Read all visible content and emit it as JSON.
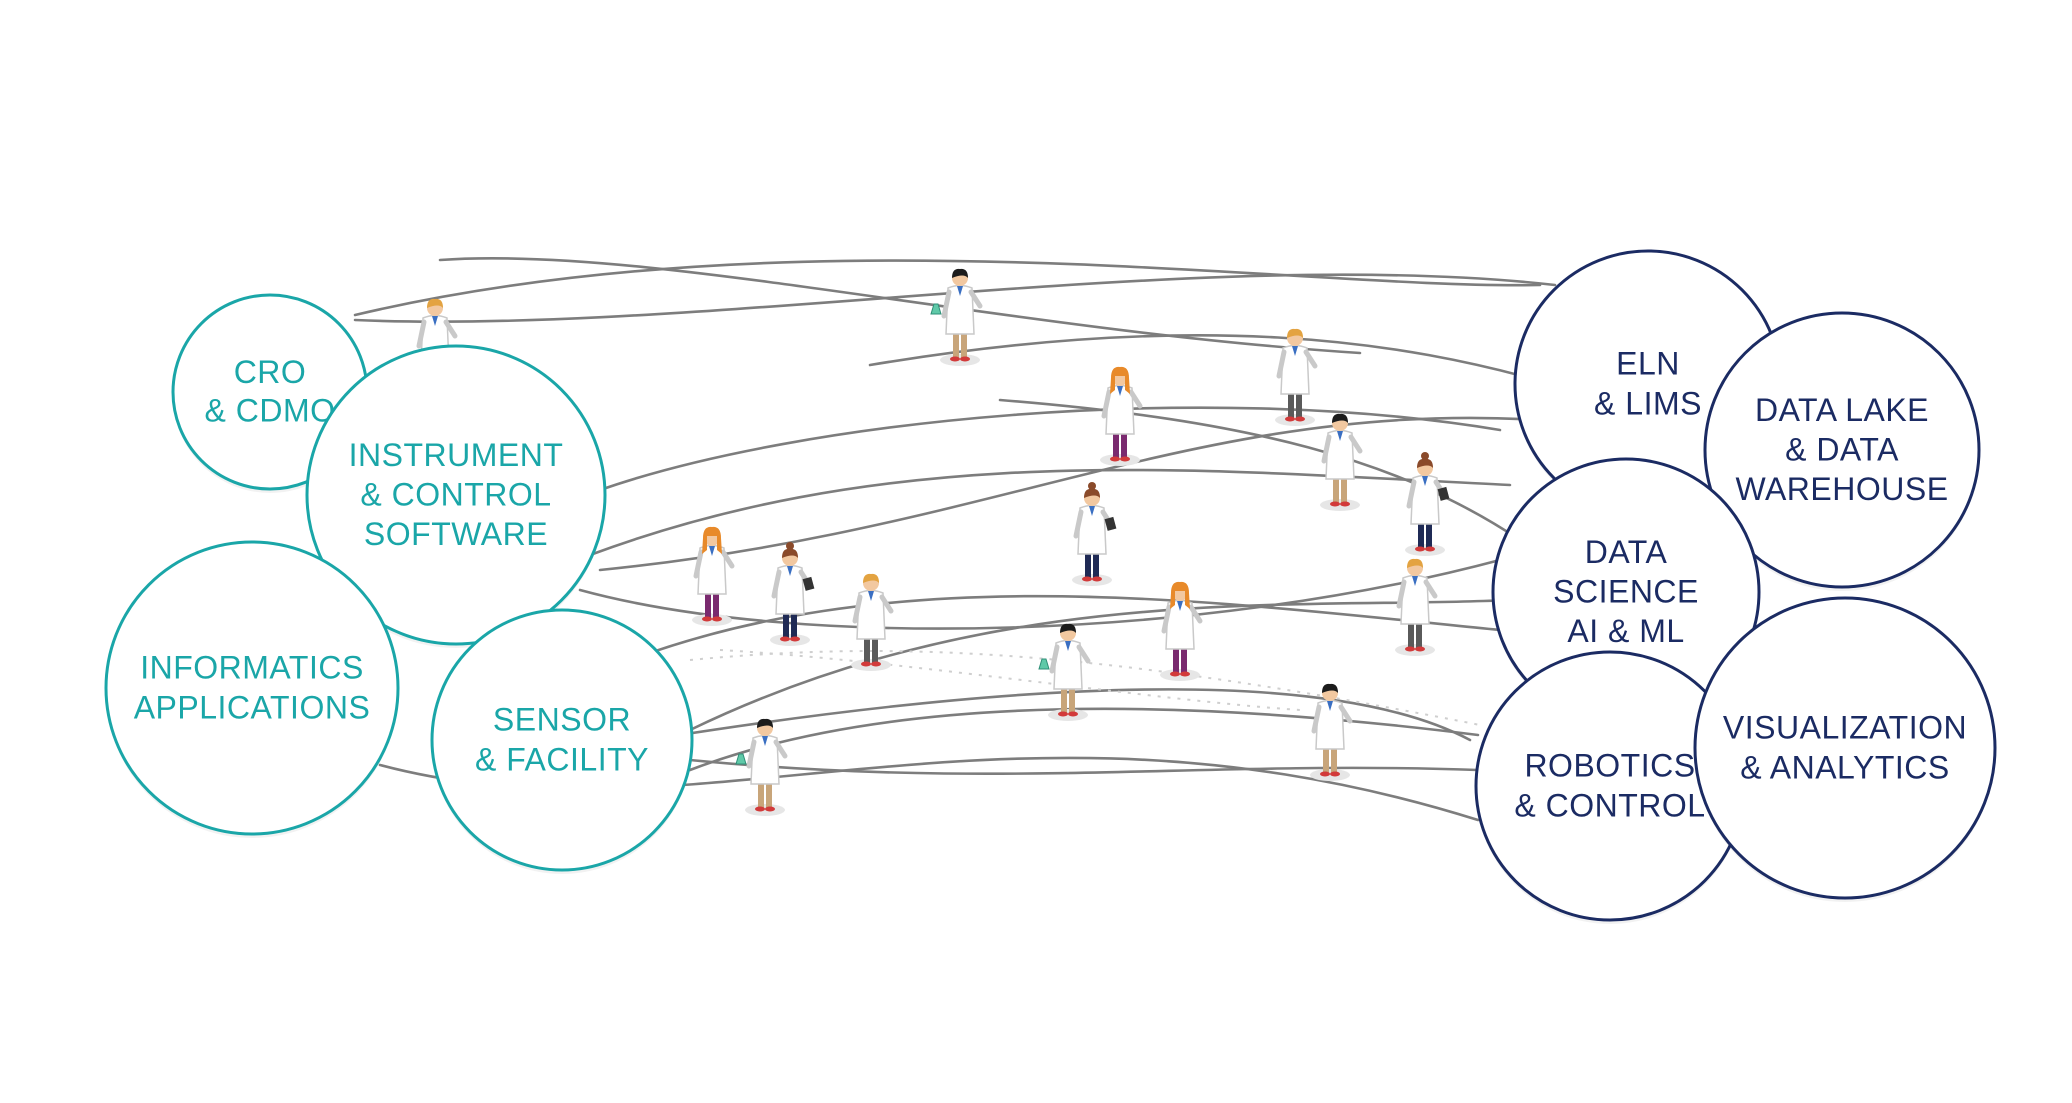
{
  "colors": {
    "source": "#1aa6a8",
    "destination": "#1b2b63",
    "line": "#7d7d7d",
    "background": "#ffffff",
    "coat": "#ffffff",
    "skin": "#f2c8a0"
  },
  "sources": [
    {
      "label_lines": [
        "CRO",
        "& CDMO"
      ]
    },
    {
      "label_lines": [
        "INSTRUMENT",
        "& CONTROL",
        "SOFTWARE"
      ]
    },
    {
      "label_lines": [
        "INFORMATICS",
        "APPLICATIONS"
      ]
    },
    {
      "label_lines": [
        "SENSOR",
        "& FACILITY"
      ]
    }
  ],
  "destinations": [
    {
      "label_lines": [
        "ELN",
        "& LIMS"
      ]
    },
    {
      "label_lines": [
        "DATA LAKE",
        "& DATA",
        "WAREHOUSE"
      ]
    },
    {
      "label_lines": [
        "DATA",
        "SCIENCE",
        "AI & ML"
      ]
    },
    {
      "label_lines": [
        "ROBOTICS",
        "& CONTROL"
      ]
    },
    {
      "label_lines": [
        "VISUALIZATION",
        "& ANALYTICS"
      ]
    }
  ],
  "people_icon": "scientist-in-lab-coat"
}
